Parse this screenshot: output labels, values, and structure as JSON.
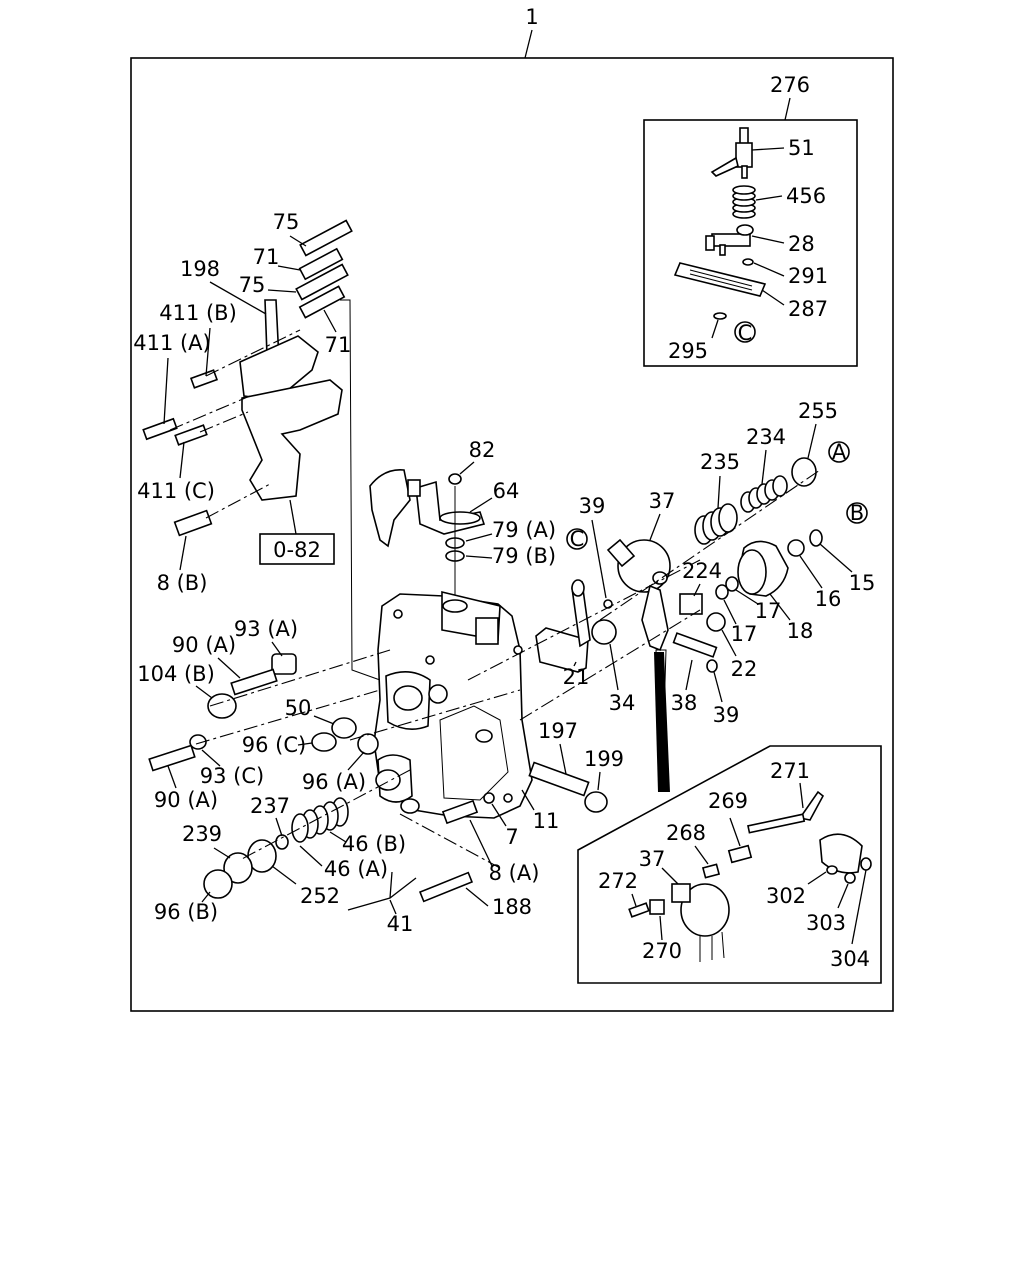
{
  "main_ref": "1",
  "ref_box": "0-82",
  "circle_refs": {
    "A": "A",
    "B": "B",
    "C": "C"
  },
  "inset_top": {
    "ref": "276",
    "labels": [
      "51",
      "456",
      "28",
      "291",
      "287",
      "295"
    ],
    "circle": "C"
  },
  "inset_bottom": {
    "labels": [
      "271",
      "269",
      "268",
      "37",
      "272",
      "270",
      "302",
      "303",
      "304"
    ]
  },
  "labels": {
    "l75a": "75",
    "l71a": "71",
    "l198": "198",
    "l75b": "75",
    "l411b": "411 (B)",
    "l71b": "71",
    "l411a": "411 (A)",
    "l411c": "411 (C)",
    "l8b": "8 (B)",
    "l82": "82",
    "l64": "64",
    "l79a": "79 (A)",
    "l79b": "79 (B)",
    "l39a": "39",
    "l37": "37",
    "l235": "235",
    "l234": "234",
    "l255": "255",
    "l224": "224",
    "l17a": "17",
    "l17b": "17",
    "l16": "16",
    "l15": "15",
    "l18": "18",
    "l22": "22",
    "l21": "21",
    "l34": "34",
    "l38": "38",
    "l39b": "39",
    "l93a": "93 (A)",
    "l90a": "90 (A)",
    "l104b": "104 (B)",
    "l50": "50",
    "l96c": "96 (C)",
    "l93c": "93 (C)",
    "l90a2": "90 (A)",
    "l96a": "96 (A)",
    "l237": "237",
    "l46b": "46 (B)",
    "l46a": "46 (A)",
    "l239": "239",
    "l252": "252",
    "l41": "41",
    "l96b": "96 (B)",
    "l197": "197",
    "l199": "199",
    "l7": "7",
    "l11": "11",
    "l8a": "8 (A)",
    "l188": "188"
  }
}
